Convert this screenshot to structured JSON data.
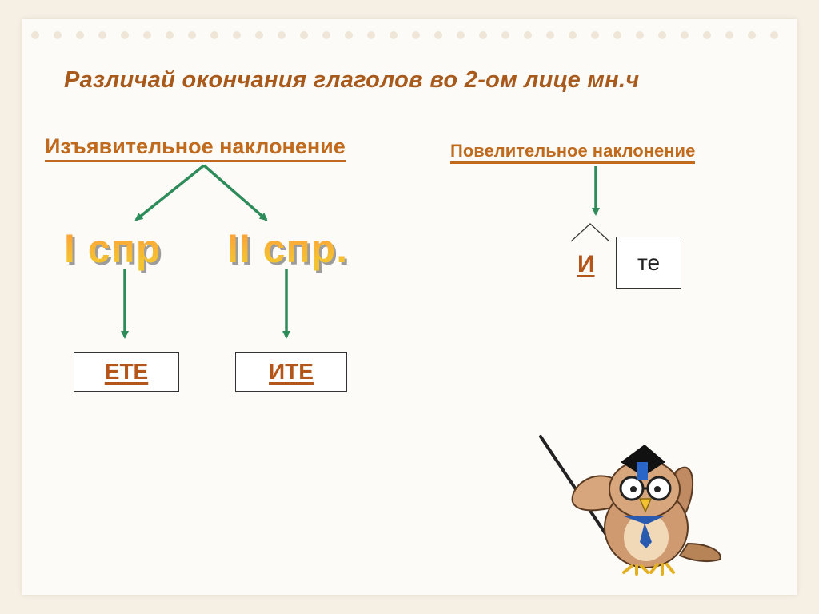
{
  "title": "Различай окончания глаголов во 2-ом лице мн.ч",
  "left": {
    "heading": "Изъявительное наклонение",
    "first_conjugation": "I спр",
    "second_conjugation": "II спр.",
    "first_ending": "ЕТЕ",
    "second_ending": "ИТЕ"
  },
  "right": {
    "heading": "Повелительное наклонение",
    "suffix": "И",
    "ending": "те"
  },
  "colors": {
    "heading": "#c06a1e",
    "arrow": "#2e8b5a",
    "accent": "#f08020"
  },
  "illustration": "owl-teacher-icon"
}
